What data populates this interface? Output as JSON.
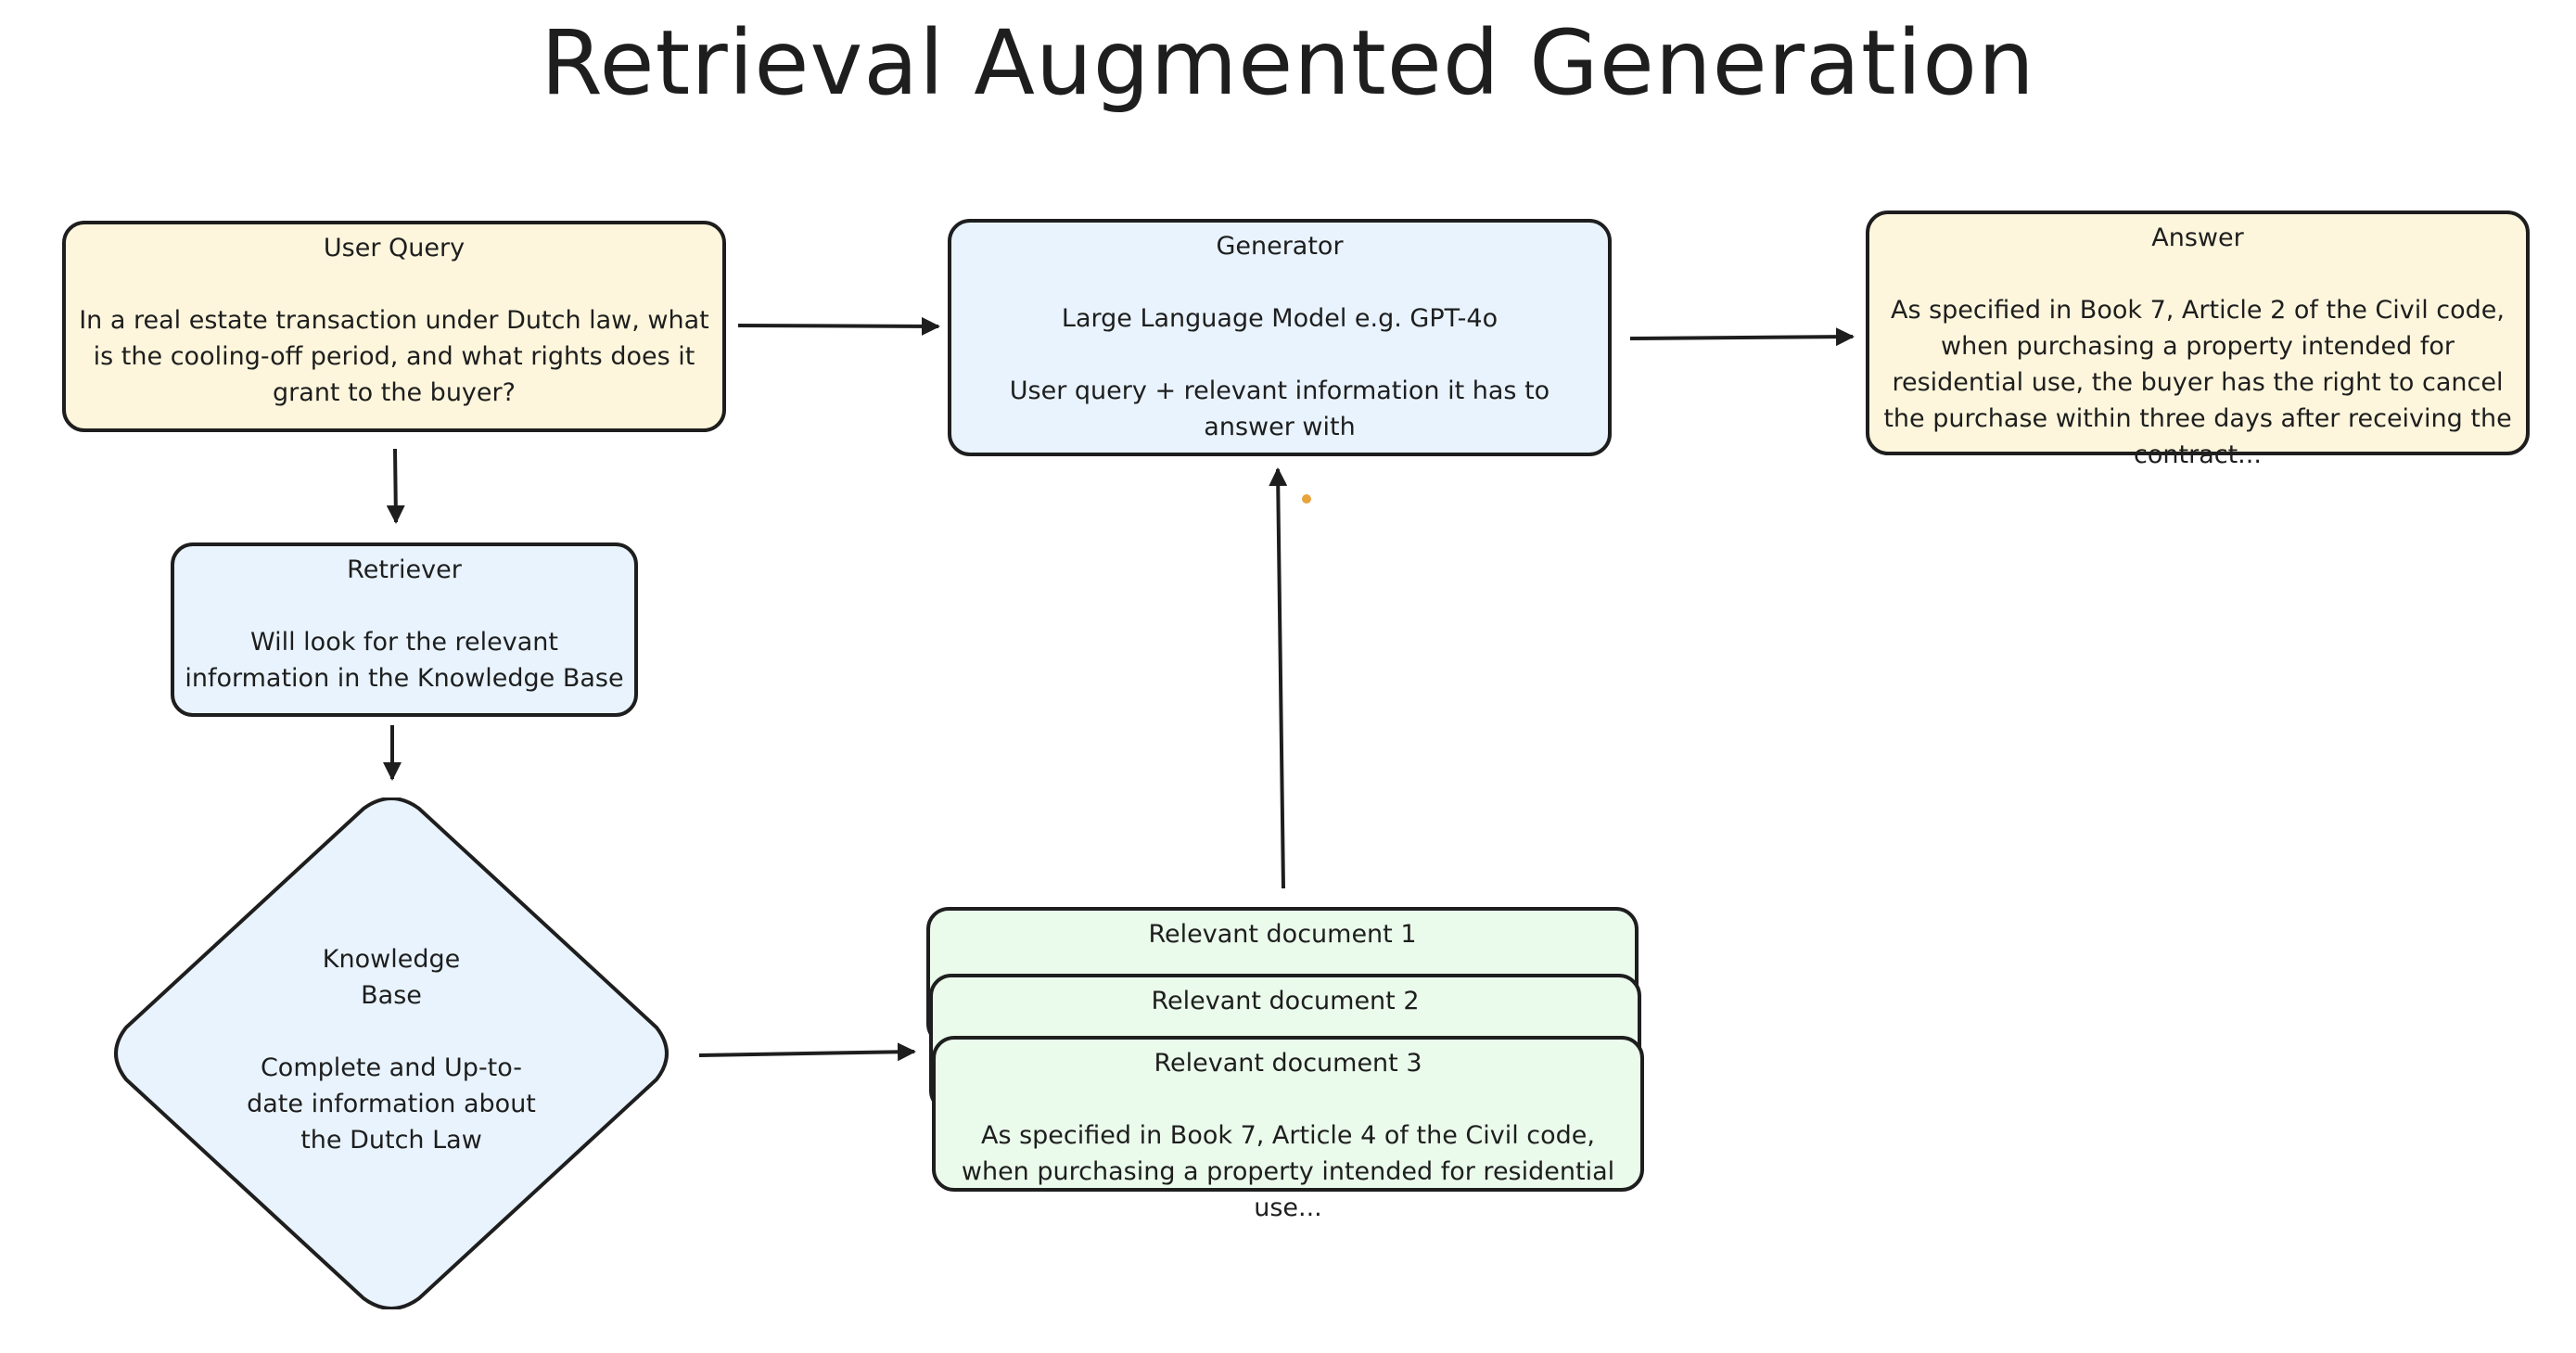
{
  "title": "Retrieval Augmented Generation",
  "colors": {
    "stroke": "#1e1e1e",
    "yellow_fill": "#fdf6dc",
    "blue_fill": "#e8f3fd",
    "green_fill": "#eafaeb",
    "dot": "#e8a33d"
  },
  "user_query": {
    "heading": "User Query",
    "text": "In a real estate transaction under Dutch law, what is the cooling-off period, and what rights does it grant to the buyer?"
  },
  "generator": {
    "heading": "Generator",
    "line1": "Large Language Model e.g. GPT-4o",
    "line2": "User query + relevant information it has to answer with"
  },
  "answer": {
    "heading": "Answer",
    "text": "As specified in Book 7, Article 2 of the Civil code, when purchasing a property intended for residential use, the buyer has the right to cancel the purchase within three days after receiving the contract..."
  },
  "retriever": {
    "heading": "Retriever",
    "text": "Will look for the relevant information in the Knowledge Base"
  },
  "knowledge_base": {
    "heading_line1": "Knowledge",
    "heading_line2": "Base",
    "text": "Complete and Up-to-date information about the Dutch Law"
  },
  "documents": [
    {
      "heading": "Relevant document 1"
    },
    {
      "heading": "Relevant document 2"
    },
    {
      "heading": "Relevant document 3",
      "text": "As specified in Book 7, Article 4 of the Civil code, when purchasing a property intended for residential use..."
    }
  ]
}
